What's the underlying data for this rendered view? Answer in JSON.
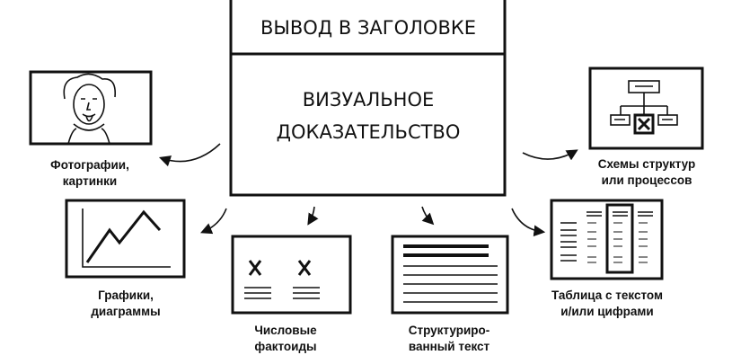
{
  "main_box": {
    "title": "ВЫВОД В ЗАГОЛОВКЕ",
    "body_line1": "ВИЗУАЛЬНОЕ",
    "body_line2": "ДОКАЗАТЕЛЬСТВО"
  },
  "items": [
    {
      "line1": "Фотографии,",
      "line2": "картинки"
    },
    {
      "line1": "Графики,",
      "line2": "диаграммы"
    },
    {
      "line1": "Числовые",
      "line2": "фактоиды"
    },
    {
      "line1": "Структуриро-",
      "line2": "ванный текст"
    },
    {
      "line1": "Схемы структур",
      "line2": "или процессов"
    },
    {
      "line1": "Таблица с текстом",
      "line2": "и/или цифрами"
    }
  ]
}
